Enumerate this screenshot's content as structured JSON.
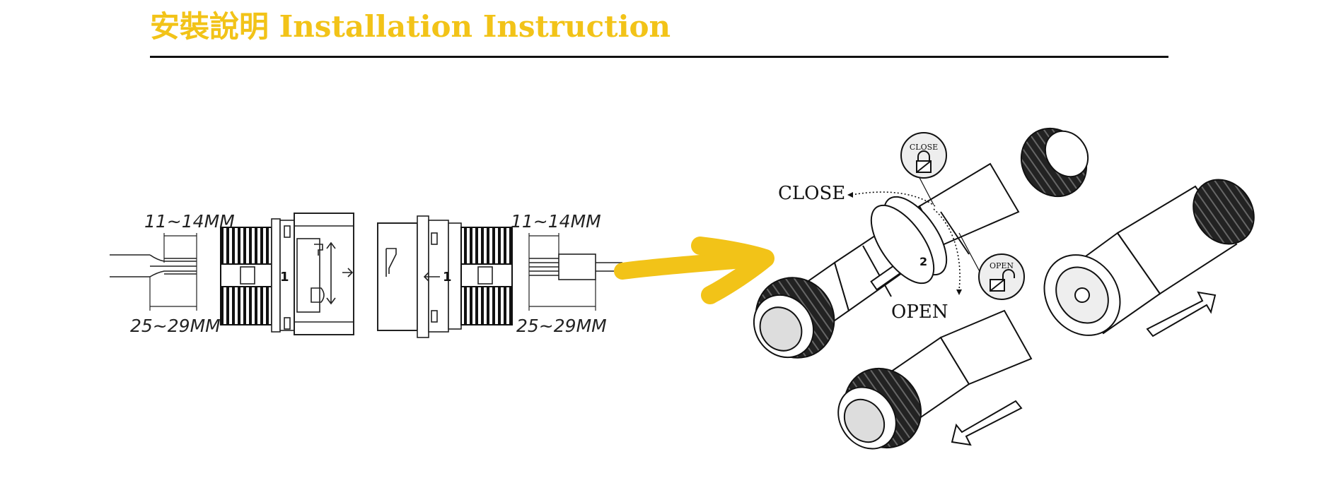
{
  "header": {
    "title": "安裝說明 Installation Instruction",
    "accent_color": "#f2c318"
  },
  "wire_diagram": {
    "left": {
      "strip_length": "11~14MM",
      "total_length": "25~29MM"
    },
    "right": {
      "strip_length": "11~14MM",
      "total_length": "25~29MM"
    },
    "coupling_mark_left": "1",
    "coupling_mark_right": "1"
  },
  "arrow_icon": "thick-yellow-right-arrow",
  "connector_illustration": {
    "close_label": "CLOSE",
    "open_label": "OPEN",
    "close_badge_text": "CLOSE",
    "open_badge_text": "OPEN",
    "close_badge_icon": "locked-padlock-icon",
    "open_badge_icon": "unlocked-padlock-icon",
    "ring_mark": "2"
  }
}
